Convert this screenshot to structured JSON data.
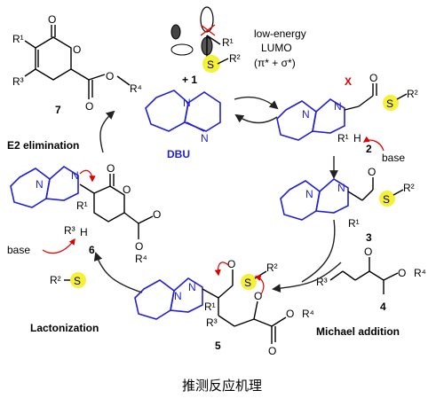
{
  "caption": "推测反应机理",
  "labels": {
    "dbu": "DBU",
    "lumo_line1": "low-energy",
    "lumo_line2": "LUMO",
    "lumo_line3": "(π* + σ*)",
    "plus_1": "+ 1",
    "x_minus": "X",
    "base_2": "base",
    "base_6": "base",
    "e2": "E2 elimination",
    "lactonization": "Lactonization",
    "michael": "Michael addition",
    "r2s_minus": "R²–S"
  },
  "compounds": {
    "c1": "1",
    "c2": "2",
    "c3": "3",
    "c4": "4",
    "c5": "5",
    "c6": "6",
    "c7": "7"
  },
  "atoms": {
    "S": "S",
    "O": "O",
    "N": "N",
    "H": "H",
    "R1": "R¹",
    "R2": "R²",
    "R3": "R³",
    "R4": "R⁴"
  },
  "colors": {
    "dbu_blue": "#1f1fd6",
    "sulfur_highlight": "#f5f03a",
    "arrow_red": "#e00000"
  }
}
